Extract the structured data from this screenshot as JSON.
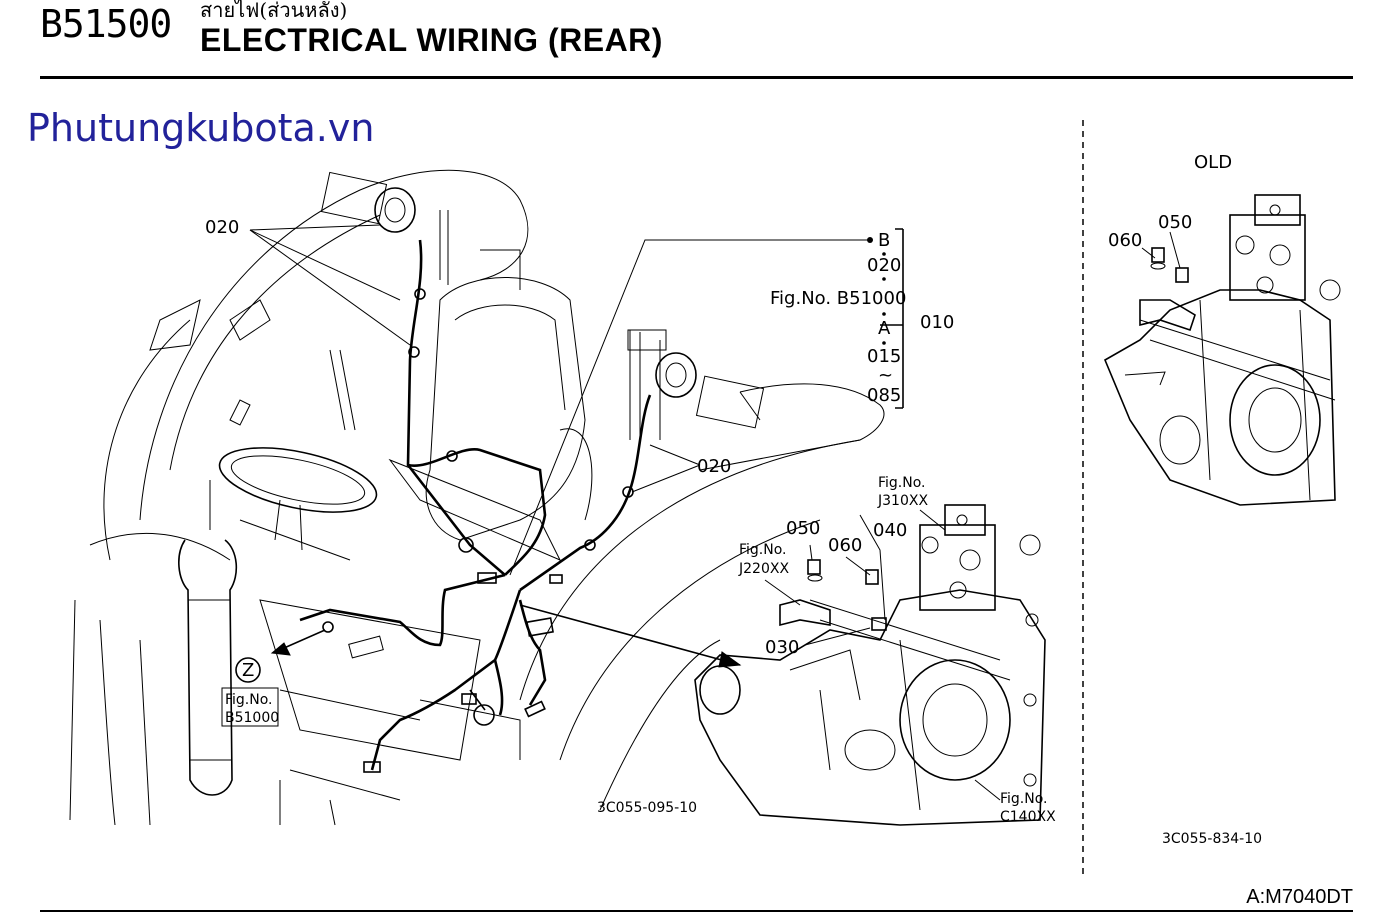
{
  "header": {
    "code": "B51500",
    "title_thai": "สายไฟ(ส่วนหลัง)",
    "title": "ELECTRICAL WIRING (REAR)"
  },
  "watermark": "Phutungkubota.vn",
  "callouts": {
    "part_020_left": "020",
    "part_020_right": "020",
    "ref_b": "B",
    "list_020": "020",
    "fig_b51000_label": "Fig.No. B51000",
    "ref_a": "A",
    "list_015": "015",
    "tilde": "~",
    "list_085": "085",
    "part_010": "010",
    "fig_j310xx_1": "Fig.No.",
    "fig_j310xx_2": "J310XX",
    "part_040": "040",
    "part_050": "050",
    "part_060": "060",
    "fig_j220xx_1": "Fig.No.",
    "fig_j220xx_2": "J220XX",
    "part_030": "030",
    "ref_z": "Z",
    "fig_z_1": "Fig.No.",
    "fig_z_2": "B51000",
    "fig_c140xx_1": "Fig.No.",
    "fig_c140xx_2": "C140XX",
    "drawing_no_main": "3C055-095-10"
  },
  "inset_old": {
    "label": "OLD",
    "part_050": "050",
    "part_060": "060",
    "drawing_no": "3C055-834-10"
  },
  "footer": {
    "model": "A:M7040DT"
  }
}
